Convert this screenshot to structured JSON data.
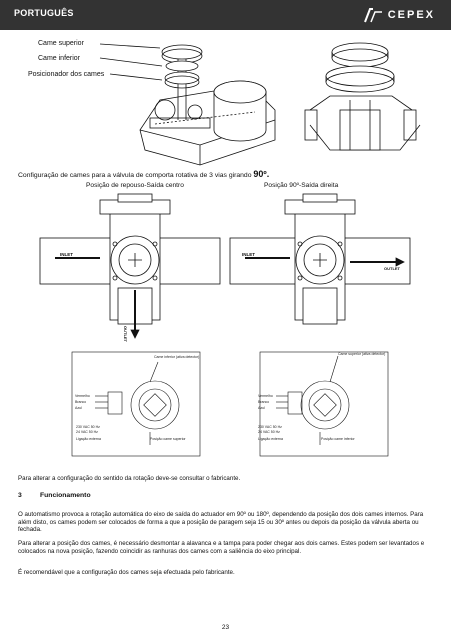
{
  "header": {
    "language": "PORTUGUÊS",
    "brand": "CEPEX"
  },
  "figure1": {
    "labels": [
      "Came superior",
      "Came inferior",
      "Posicionador dos cames"
    ]
  },
  "figure2": {
    "title": "Configuração de cames para a válvula de comporta rotativa de 3 vias girando",
    "title_angle": "90º.",
    "left_caption": "Posição de repouso-Saída centro",
    "right_caption": "Posição 90º-Saída direita",
    "left_inlet": "INLET",
    "right_inlet": "INLET",
    "bottom_outlet": "OUTLET",
    "right_outlet": "OUTLET"
  },
  "wiring": {
    "left_cam_note": "Came inferior (ativa detector)",
    "right_cam_note": "Came superior (ativa detector)",
    "left_wires": [
      "Vermelho",
      "Branco",
      "Azul"
    ],
    "right_wires": [
      "Vermelho",
      "Branco",
      "Azul"
    ],
    "left_voltage": [
      "230 VAC 50 Hz",
      "24 VAC 50 Hz"
    ],
    "right_voltage": [
      "230 VAC 50 Hz",
      "24 VAC 50 Hz"
    ],
    "left_external": "Ligação externa",
    "right_external": "Ligação externa",
    "left_position": "Posição came superior",
    "right_position": "Posição came inferior"
  },
  "body": {
    "manufacturer_note": "Para alterar a configuração do sentido da rotação deve-se consultar o fabricante.",
    "section_number": "3",
    "section_title": "Funcionamento",
    "paragraph1": "O automatismo provoca a rotação automática do eixo de saída do actuador em 90º ou 180º, dependendo da posição dos dois cames internos. Para além disto, os cames podem ser colocados de forma a que a posição de paragem seja 15 ou 30º antes ou depois da posição da válvula aberta ou fechada.",
    "paragraph2": "Para alterar a posição dos cames, é necessário desmontar a alavanca e a tampa para poder chegar aos dois cames. Estes podem ser levantados e colocados na nova posição, fazendo coincidir as ranhuras dos cames com a saliência do eixo principal.",
    "paragraph3": "É recomendável que a configuração dos cames seja efectuada pelo fabricante."
  },
  "footer": {
    "page_number": "23"
  }
}
